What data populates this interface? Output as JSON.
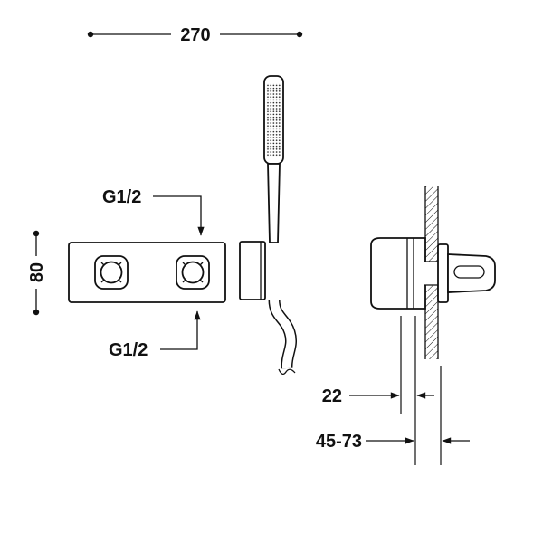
{
  "drawing": {
    "type": "technical-installation-drawing",
    "subject": "concealed shower mixer with handshower",
    "width_dim": "270",
    "height_dim": "80",
    "inlet_top": "G1/2",
    "inlet_bottom": "G1/2",
    "trim_depth_dim": "22",
    "install_depth_dim": "45-73"
  },
  "colors": {
    "line": "#111111",
    "background": "#ffffff"
  }
}
